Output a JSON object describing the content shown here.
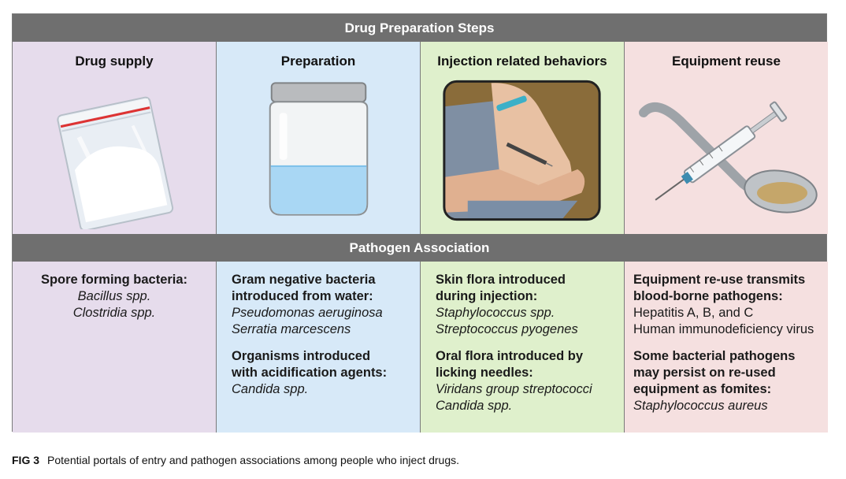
{
  "header_bar": "Drug Preparation Steps",
  "pathogen_bar": "Pathogen Association",
  "columns": [
    {
      "title": "Drug supply",
      "illustration": "drug-bag-icon"
    },
    {
      "title": "Preparation",
      "illustration": "water-jar-icon"
    },
    {
      "title": "Injection related behaviors",
      "illustration": "injection-arm-icon"
    },
    {
      "title": "Equipment reuse",
      "illustration": "syringe-spoon-icon"
    }
  ],
  "pathogens": {
    "spore": {
      "heading": "Spore forming bacteria:",
      "items": [
        "Bacillus spp.",
        "Clostridia spp."
      ]
    },
    "gram_neg": {
      "heading_1": "Gram negative bacteria",
      "heading_2": "introduced from water:",
      "items": [
        "Pseudomonas aeruginosa",
        "Serratia marcescens"
      ]
    },
    "acid": {
      "heading_1": "Organisms introduced",
      "heading_2": "with acidification agents:",
      "items": [
        "Candida spp."
      ]
    },
    "skin": {
      "heading_1": "Skin flora introduced",
      "heading_2": "during injection:",
      "items": [
        "Staphylococcus spp.",
        "Streptococcus pyogenes"
      ]
    },
    "oral": {
      "heading_1": "Oral flora introduced by",
      "heading_2": "licking needles:",
      "items": [
        "Viridans group streptococci",
        "Candida spp."
      ]
    },
    "reuse": {
      "heading_1": "Equipment re-use transmits",
      "heading_2": "blood-borne pathogens:",
      "items": [
        "Hepatitis A, B, and C",
        "Human immunodeficiency virus"
      ]
    },
    "fomites": {
      "heading_1": "Some bacterial pathogens",
      "heading_2": "may persist on re-used",
      "heading_3": "equipment as fomites:",
      "items": [
        "Staphylococcus aureus"
      ]
    }
  },
  "caption": {
    "label": "FIG 3",
    "text": "Potential portals of entry and pathogen associations among people who inject drugs."
  }
}
